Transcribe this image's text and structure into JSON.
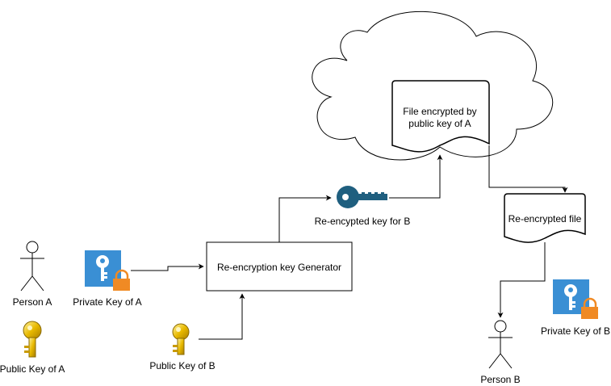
{
  "nodes": {
    "person_a": {
      "label": "Person A"
    },
    "private_key_a": {
      "label": "Private Key of A"
    },
    "public_key_a": {
      "label": "Public Key of A"
    },
    "generator": {
      "label": "Re-encryption key Generator"
    },
    "public_key_b": {
      "label": "Public Key of B"
    },
    "reencrypted_key": {
      "label": "Re-encypted key for B"
    },
    "cloud_file": {
      "label_line1": "File encrypted by",
      "label_line2": "public key of A"
    },
    "reencrypted_file": {
      "label": "Re-encrypted file"
    },
    "private_key_b": {
      "label": "Private Key of B"
    },
    "person_b": {
      "label": "Person B"
    }
  },
  "colors": {
    "blue_key_bg": "#3a8fd4",
    "lock_orange": "#f08a24",
    "gold_key": "#e6b800",
    "dark_key": "#1f5f7f"
  }
}
